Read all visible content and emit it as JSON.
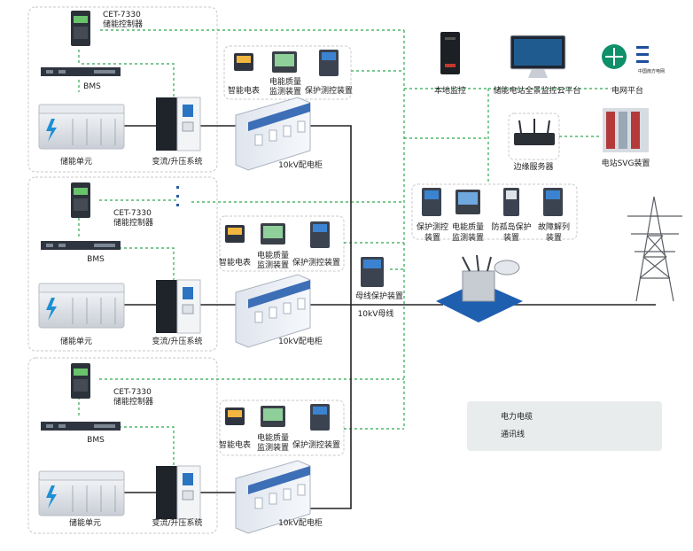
{
  "units": [
    {
      "controller_model": "CET-7330",
      "controller_name": "储能控制器",
      "bms": "BMS",
      "storage_unit": "储能单元",
      "pcs": "变流/升压系统",
      "meter": "智能电表",
      "pq": [
        "电能质量",
        "监测装置"
      ],
      "protect": "保护测控装置",
      "cabinet": "10kV配电柜"
    },
    {
      "controller_model": "CET-7330",
      "controller_name": "储能控制器",
      "bms": "BMS",
      "storage_unit": "储能单元",
      "pcs": "变流/升压系统",
      "meter": "智能电表",
      "pq": [
        "电能质量",
        "监测装置"
      ],
      "protect": "保护测控装置",
      "cabinet": "10kV配电柜"
    },
    {
      "controller_model": "CET-7330",
      "controller_name": "储能控制器",
      "bms": "BMS",
      "storage_unit": "储能单元",
      "pcs": "变流/升压系统",
      "meter": "智能电表",
      "pq": [
        "电能质量",
        "监测装置"
      ],
      "protect": "保护测控装置",
      "cabinet": "10kV配电柜"
    }
  ],
  "top": {
    "local_monitor": "本地监控",
    "cloud_platform": "储能电站全景监控云平台",
    "grid_platform": "电网平台",
    "edge_server": "边缘服务器",
    "svg_device": "电站SVG装置",
    "grid_logo_text": "中国南方电网"
  },
  "protection_row": [
    [
      "保护测控",
      "装置"
    ],
    [
      "电能质量",
      "监测装置"
    ],
    [
      "防孤岛保护",
      "装置"
    ],
    [
      "故障解列",
      "装置"
    ]
  ],
  "busbar": {
    "protect": "母线保护装置",
    "bus": "10kV母线"
  },
  "legend": {
    "power_cable": "电力电缆",
    "comm_line": "通讯线"
  },
  "colors": {
    "power": "#222222",
    "comm": "#2fa84f",
    "frame": "#c8c8c8",
    "cabinet": "#eef1f6",
    "cabinet_blue": "#3d6fb6",
    "device_dark": "#2f3540",
    "substation": "#1f5fb0"
  }
}
